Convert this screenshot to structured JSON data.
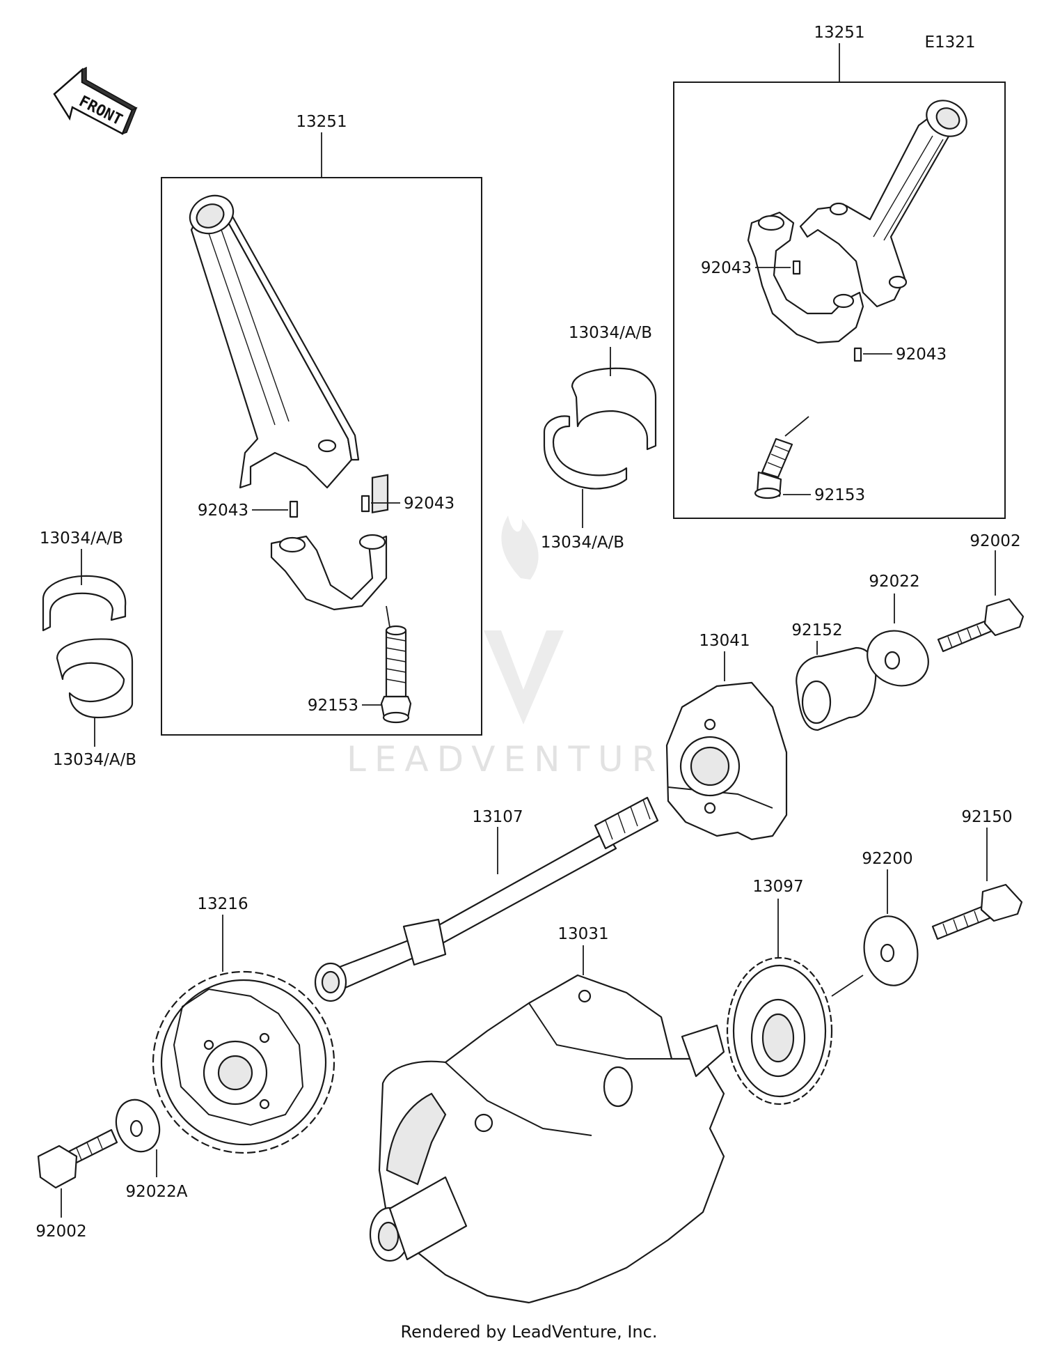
{
  "diagram_code": "E1321",
  "front_label": "FRONT",
  "watermark": "LEADVENTURE",
  "footer": "Rendered by LeadVenture, Inc.",
  "labels": {
    "rod_set_left": "13251",
    "rod_set_right": "13251",
    "knock_pin_left_a": "92043",
    "knock_pin_left_b": "92043",
    "knock_pin_right_a": "92043",
    "knock_pin_right_b": "92043",
    "rod_bolt_left": "92153",
    "rod_bolt_right": "92153",
    "bearing_left_top": "13034/A/B",
    "bearing_left_bottom": "13034/A/B",
    "bearing_center_top": "13034/A/B",
    "bearing_center_bottom": "13034/A/B",
    "bolt_top_right": "92002",
    "washer_top_right": "92022",
    "collar": "92152",
    "flywheel": "13041",
    "balancer_shaft": "13107",
    "balancer_gear": "13216",
    "crankshaft": "13031",
    "crank_gear": "13097",
    "washer_mid_right": "92200",
    "bolt_mid_right": "92150",
    "washer_bottom_left": "92022A",
    "bolt_bottom_left": "92002"
  }
}
